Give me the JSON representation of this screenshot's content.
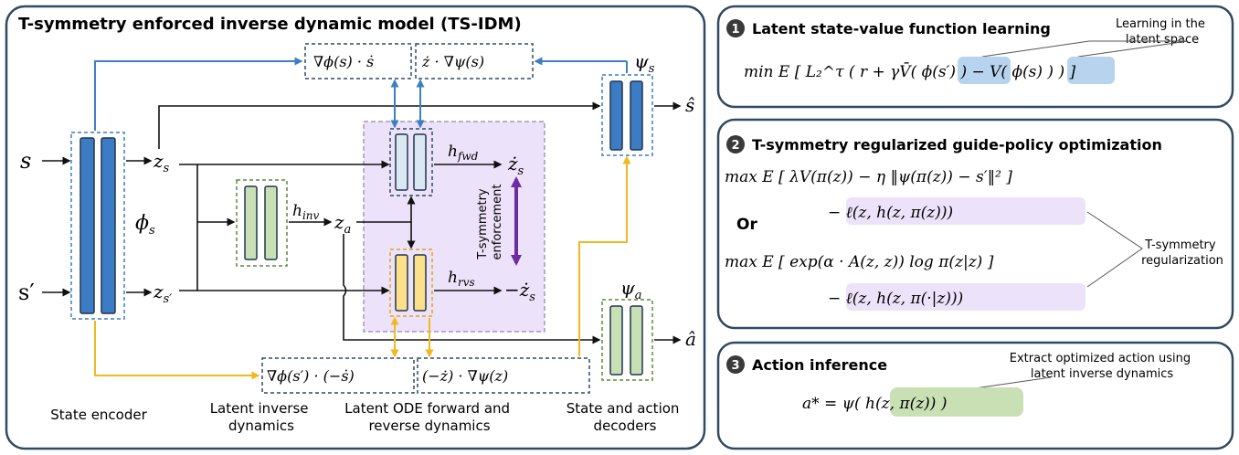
{
  "left_panel": {
    "title": "T-symmetry enforced inverse dynamic model (TS-IDM)",
    "inputs": {
      "s": "s",
      "s_prime": "s′"
    },
    "latents": {
      "z_s": "z",
      "z_s_sub": "s",
      "z_sp": "z",
      "z_sp_sub": "s′",
      "z_a": "z",
      "z_a_sub": "a"
    },
    "encoder_symbol": "ϕ",
    "encoder_sub": "s",
    "h_inv": "h",
    "h_inv_sub": "inv",
    "h_fwd": "h",
    "h_fwd_sub": "fwd",
    "h_rvs": "h",
    "h_rvs_sub": "rvs",
    "zdot_s": "ż",
    "zdot_s_sub": "s",
    "neg_zdot_s": "−ż",
    "neg_zdot_s_sub": "s",
    "psi_s": "ψ",
    "psi_s_sub": "s",
    "psi_a": "ψ",
    "psi_a_sub": "a",
    "s_hat": "ŝ",
    "a_hat": "â",
    "enforcement_label": [
      "T-symmetry",
      "enforcement"
    ],
    "top_box1": "∇ϕ(s) · ṡ",
    "top_box2": "ż · ∇ψ(s)",
    "bot_box1": "∇ϕ(s′) · (−ṡ)",
    "bot_box2": "(−ż) · ∇ψ(z)",
    "captions": {
      "encoder": "State encoder",
      "inverse": [
        "Latent inverse",
        "dynamics"
      ],
      "ode": [
        "Latent ODE forward and",
        "reverse dynamics"
      ],
      "decoders": [
        "State and action",
        "decoders"
      ]
    }
  },
  "panel1": {
    "number": "1",
    "title": "Latent state-value function learning",
    "note": [
      "Learning in the",
      "latent space"
    ],
    "formula": "min E [ L₂^τ ( r + γV̄( ϕ(s′) ) − V( ϕ(s) ) ) ]"
  },
  "panel2": {
    "number": "2",
    "title": "T-symmetry regularized guide-policy optimization",
    "or_label": "Or",
    "note": [
      "T-symmetry",
      "regularization"
    ],
    "formula_a1": "max E [ λV(π(z)) − η ‖ψ(π(z)) − s′‖² ]",
    "formula_a2": "− ℓ(z, h(z, π(z)))",
    "formula_b1": "max E [ exp(α · A(z, z)) log π(z|z) ]",
    "formula_b2": "− ℓ(z, h(z, π(·|z)))"
  },
  "panel3": {
    "number": "3",
    "title": "Action inference",
    "note": [
      "Extract optimized action using",
      "latent inverse dynamics"
    ],
    "formula": "a* = ψ( h(z, π(z)) )"
  },
  "colors": {
    "panel_border": "#2f4a63",
    "blue_block": "#3b7cc4",
    "light_blue_block": "#dbe8f4",
    "green_block": "#c9e0b4",
    "yellow_block": "#fde08a",
    "purple_region": "#ece3fb",
    "blue_arrow": "#3d7fc1",
    "yellow_arrow": "#f2b81e",
    "purple_arrow": "#6f2ca0"
  }
}
